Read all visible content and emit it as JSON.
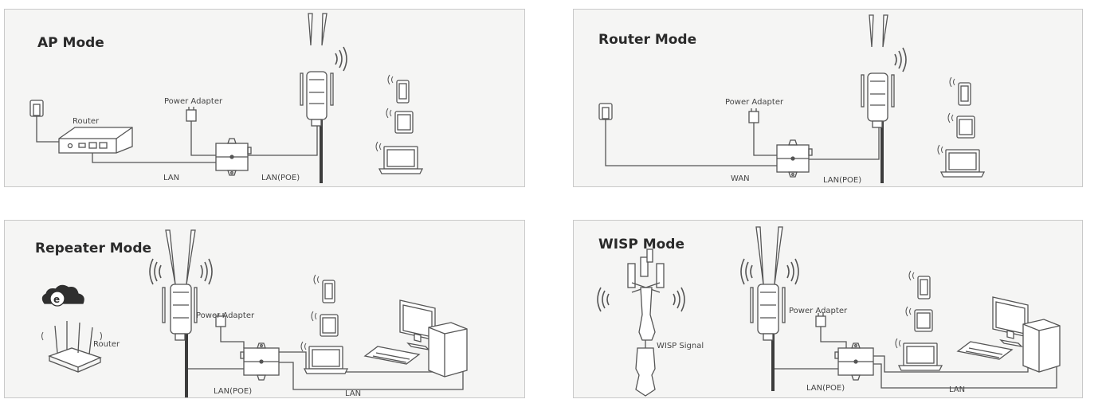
{
  "panels": {
    "ap": {
      "title": "AP Mode",
      "labels": {
        "router": "Router",
        "power_adapter": "Power Adapter",
        "lan": "LAN",
        "lan_poe": "LAN(POE)"
      }
    },
    "router": {
      "title": "Router Mode",
      "labels": {
        "power_adapter": "Power Adapter",
        "wan": "WAN",
        "lan_poe": "LAN(POE)"
      }
    },
    "repeater": {
      "title": "Repeater  Mode",
      "labels": {
        "router": "Router",
        "power_adapter": "Power Adapter",
        "lan_poe": "LAN(POE)",
        "lan": "LAN"
      }
    },
    "wisp": {
      "title": "WISP Mode",
      "labels": {
        "wisp_signal": "WISP Signal",
        "power_adapter": "Power Adapter",
        "lan_poe": "LAN(POE)",
        "lan": "LAN"
      }
    }
  },
  "icons": {
    "wall_outlet": "wall-outlet-icon",
    "router": "router-icon",
    "power_adapter": "power-adapter-icon",
    "poe_injector": "poe-injector-icon",
    "antenna_ap": "outdoor-antenna-icon",
    "wifi": "wifi-signal-icon",
    "phone": "phone-icon",
    "tablet": "tablet-icon",
    "laptop": "laptop-icon",
    "desktop": "desktop-computer-icon",
    "internet": "internet-cloud-icon",
    "tower": "wisp-tower-icon"
  },
  "colors": {
    "panel_bg": "#f5f5f4",
    "line": "#555555",
    "pole": "#3c3c3c"
  }
}
